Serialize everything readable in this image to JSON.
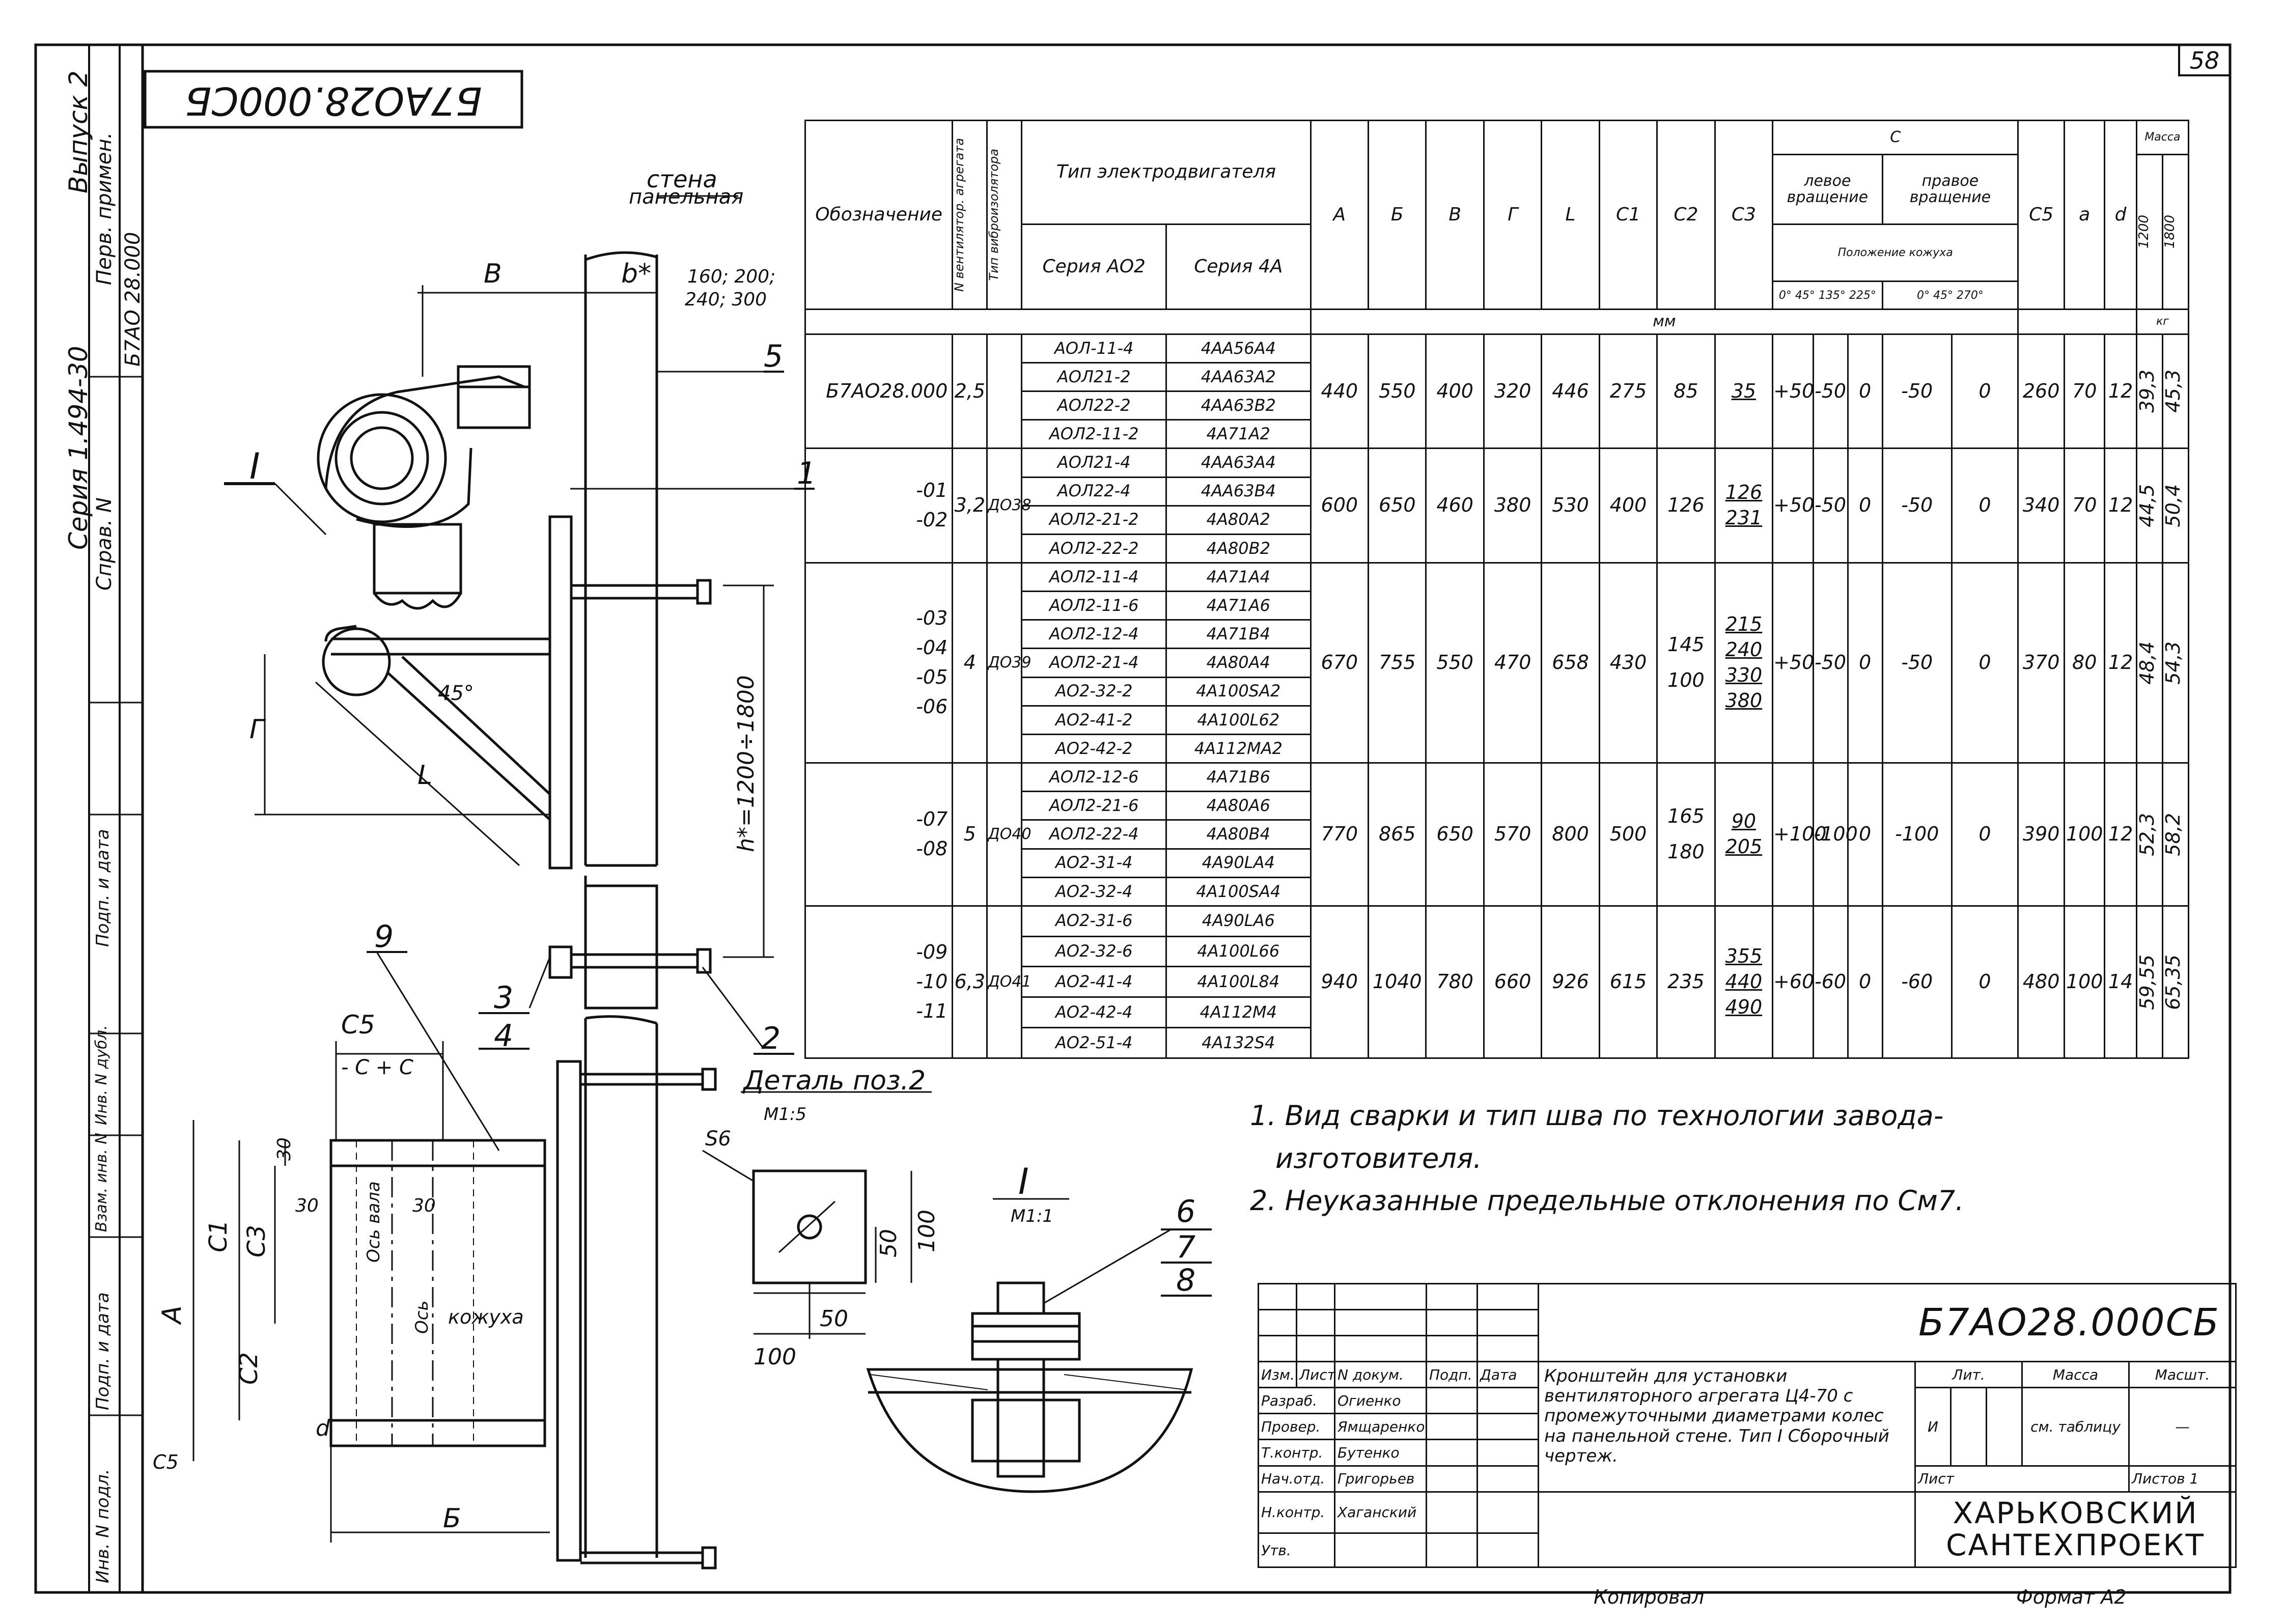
{
  "sheet": {
    "page_number": "58",
    "stamp_code": "Б7АО28.000СБ",
    "copied_label": "Копировал",
    "format_label": "Формат А2"
  },
  "side_strip": {
    "series": "Серия 1.494-30",
    "issue": "Выпуск 2",
    "first_use_label": "Перв. примен.",
    "first_use_value": "Б7АО 28.000",
    "ref_label": "Справ. N",
    "fields": [
      "Подп. и дата",
      "Инв. N дубл.",
      "Взам. инв. N",
      "Подп. и дата",
      "Инв. N подл."
    ]
  },
  "drawing": {
    "wall_label_1": "стена",
    "wall_label_2": "панельная",
    "dim_B": "В",
    "dim_bstar": "b*",
    "wall_sizes_1": "160; 200;",
    "wall_sizes_2": "240; 300",
    "dim_G": "Г",
    "dim_L": "L",
    "angle": "45°",
    "height": "h*=1200÷1800",
    "section_mark": "I",
    "callouts": [
      "1",
      "2",
      "3",
      "4",
      "5",
      "9"
    ],
    "callouts_detail": [
      "6",
      "7",
      "8"
    ],
    "plan_dims": {
      "c5": "С5",
      "cc": "- С + С",
      "c1": "С1",
      "c3": "С3",
      "c2": "С2",
      "A": "А",
      "B": "Б",
      "d": "d",
      "v30a": "30",
      "v30b": "30",
      "v30c": "30"
    },
    "axis_wheel": "Ось вала",
    "axis": "Ось",
    "casing": "кожуха",
    "weld_note": "С5",
    "detail_title": "Деталь поз.2",
    "detail_scale": "М1:5",
    "detail_s": "S6",
    "detail_dims": {
      "d50h": "50",
      "d100h": "100",
      "d50v": "50",
      "d100v": "100"
    },
    "view_mark": "I",
    "view_scale": "М1:1"
  },
  "spec_table": {
    "headers": {
      "designation": "Обозначение",
      "fan_no": "N вентилятор. агрегата",
      "vib_type": "Тип виброизолятора",
      "motor_type": "Тип электродвигателя",
      "series_ao2": "Серия АО2",
      "series_4a": "Серия 4А",
      "A": "А",
      "B": "Б",
      "V": "В",
      "G": "Г",
      "L": "L",
      "C1": "С1",
      "C2": "С2",
      "C3": "С3",
      "C": "С",
      "left_rot": "левое вращение",
      "right_rot": "правое вращение",
      "casing_pos": "Положение кожуха",
      "angles_left": "0° 45° 135° 225°",
      "angles_right": "0° 45° 270°",
      "C5": "С5",
      "a": "а",
      "d": "d",
      "mass": "Масса",
      "mass_1200": "1200",
      "mass_1800": "1800",
      "unit_mm": "мм",
      "unit_kg": "кг"
    },
    "groups": [
      {
        "designations": [
          "Б7АО28.000"
        ],
        "fan": "2,5",
        "vib": "",
        "motors": [
          [
            "АОЛ-11-4",
            "4АА56А4"
          ],
          [
            "АОЛ21-2",
            "4АА63А2"
          ],
          [
            "АОЛ22-2",
            "4АА63В2"
          ],
          [
            "АОЛ2-11-2",
            "4А71А2"
          ]
        ],
        "A": "440",
        "B": "550",
        "V": "400",
        "G": "320",
        "L": "446",
        "C1": "275",
        "C2": "85",
        "C3": [
          "35"
        ],
        "cl1": "+50",
        "cl2": "-50",
        "cl3": "0",
        "cr1": "-50",
        "cr2": "0",
        "C5": "260",
        "a": "70",
        "d": "12",
        "m1200": "39,3",
        "m1800": "45,3"
      },
      {
        "designations": [
          "-01",
          "-02"
        ],
        "fan": "3,2",
        "vib": "ДО38",
        "motors": [
          [
            "АОЛ21-4",
            "4АА63А4"
          ],
          [
            "АОЛ22-4",
            "4АА63В4"
          ],
          [
            "АОЛ2-21-2",
            "4А80А2"
          ],
          [
            "АОЛ2-22-2",
            "4А80В2"
          ]
        ],
        "A": "600",
        "B": "650",
        "V": "460",
        "G": "380",
        "L": "530",
        "C1": "400",
        "C2": "126",
        "C3": [
          "126",
          "231"
        ],
        "cl1": "+50",
        "cl2": "-50",
        "cl3": "0",
        "cr1": "-50",
        "cr2": "0",
        "C5": "340",
        "a": "70",
        "d": "12",
        "m1200": "44,5",
        "m1800": "50,4"
      },
      {
        "designations": [
          "-03",
          "-04",
          "-05",
          "-06"
        ],
        "fan": "4",
        "vib": "ДО39",
        "motors": [
          [
            "АОЛ2-11-4",
            "4А71А4"
          ],
          [
            "АОЛ2-11-6",
            "4А71А6"
          ],
          [
            "АОЛ2-12-4",
            "4А71В4"
          ],
          [
            "АОЛ2-21-4",
            "4А80А4"
          ],
          [
            "АО2-32-2",
            "4А100SА2"
          ],
          [
            "АО2-41-2",
            "4А100L62"
          ],
          [
            "АО2-42-2",
            "4А112МА2"
          ]
        ],
        "A": "670",
        "B": "755",
        "V": "550",
        "G": "470",
        "L": "658",
        "C1": "430",
        "C2": "145",
        "C2b": "100",
        "C3": [
          "215",
          "240",
          "330",
          "380"
        ],
        "cl1": "+50",
        "cl2": "-50",
        "cl3": "0",
        "cr1": "-50",
        "cr2": "0",
        "C5": "370",
        "a": "80",
        "d": "12",
        "m1200": "48,4",
        "m1800": "54,3"
      },
      {
        "designations": [
          "-07",
          "-08"
        ],
        "fan": "5",
        "vib": "ДО40",
        "motors": [
          [
            "АОЛ2-12-6",
            "4А71В6"
          ],
          [
            "АОЛ2-21-6",
            "4А80А6"
          ],
          [
            "АОЛ2-22-4",
            "4А80В4"
          ],
          [
            "АО2-31-4",
            "4А90LА4"
          ],
          [
            "АО2-32-4",
            "4А100SА4"
          ]
        ],
        "A": "770",
        "B": "865",
        "V": "650",
        "G": "570",
        "L": "800",
        "C1": "500",
        "C2": "165",
        "C2b": "180",
        "C3": [
          "90",
          "205"
        ],
        "cl1": "+100",
        "cl2": "-100",
        "cl3": "0",
        "cr1": "-100",
        "cr2": "0",
        "C5": "390",
        "a": "100",
        "d": "12",
        "m1200": "52,3",
        "m1800": "58,2"
      },
      {
        "designations": [
          "-09",
          "-10",
          "-11"
        ],
        "fan": "6,3",
        "vib": "ДО41",
        "motors": [
          [
            "АО2-31-6",
            "4А90LА6"
          ],
          [
            "АО2-32-6",
            "4А100L66"
          ],
          [
            "АО2-41-4",
            "4А100L84"
          ],
          [
            "АО2-42-4",
            "4А112М4"
          ],
          [
            "АО2-51-4",
            "4А132S4"
          ]
        ],
        "A": "940",
        "B": "1040",
        "V": "780",
        "G": "660",
        "L": "926",
        "C1": "615",
        "C2": "235",
        "C3": [
          "355",
          "440",
          "490"
        ],
        "cl1": "+60",
        "cl2": "-60",
        "cl3": "0",
        "cr1": "-60",
        "cr2": "0",
        "C5": "480",
        "a": "100",
        "d": "14",
        "m1200": "59,55",
        "m1800": "65,35"
      }
    ]
  },
  "notes": [
    "1. Вид сварки и тип шва по технологии завода-",
    "   изготовителя.",
    "2. Неуказанные предельные отклонения по См7."
  ],
  "title_block": {
    "code": "Б7АО28.000СБ",
    "description": "Кронштейн для установки вентиляторного агрегата Ц4-70 с промежуточными диаметрами колес на панельной стене. Тип I Сборочный чертеж.",
    "col_labels": [
      "Изм.",
      "Лист",
      "N докум.",
      "Подп.",
      "Дата"
    ],
    "roles": [
      {
        "role": "Разраб.",
        "name": "Огиенко"
      },
      {
        "role": "Провер.",
        "name": "Ямщаренко"
      },
      {
        "role": "Т.контр.",
        "name": "Бутенко"
      },
      {
        "role": "Нач.отд.",
        "name": "Григорьев"
      },
      {
        "role": "Н.контр.",
        "name": "Хаганский"
      },
      {
        "role": "Утв.",
        "name": ""
      }
    ],
    "lit_label": "Лит.",
    "lit_value": "И",
    "mass_label": "Масса",
    "mass_value": "см. таблицу",
    "scale_label": "Масшт.",
    "scale_value": "—",
    "sheet_label": "Лист",
    "sheets_label": "Листов 1",
    "org": "ХАРЬКОВСКИЙ САНТЕХПРОЕКТ"
  },
  "colors": {
    "ink": "#111111",
    "paper": "#ffffff"
  }
}
